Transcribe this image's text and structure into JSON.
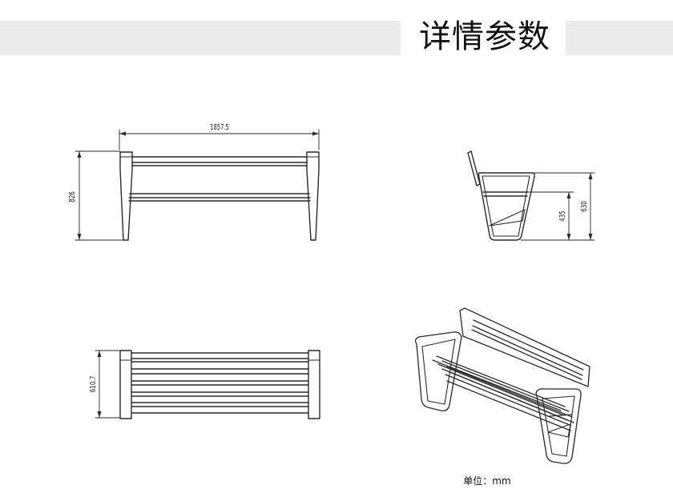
{
  "header": {
    "title": "详情参数"
  },
  "front_view": {
    "width_label": "1857.5",
    "height_label": "826"
  },
  "top_view": {
    "depth_label": "610.7"
  },
  "side_view": {
    "seat_height_label": "435",
    "total_height_label": "630"
  },
  "footer": {
    "unit_label": "单位：mm"
  },
  "colors": {
    "line": "#2a2a2a",
    "band": "#ececec"
  }
}
